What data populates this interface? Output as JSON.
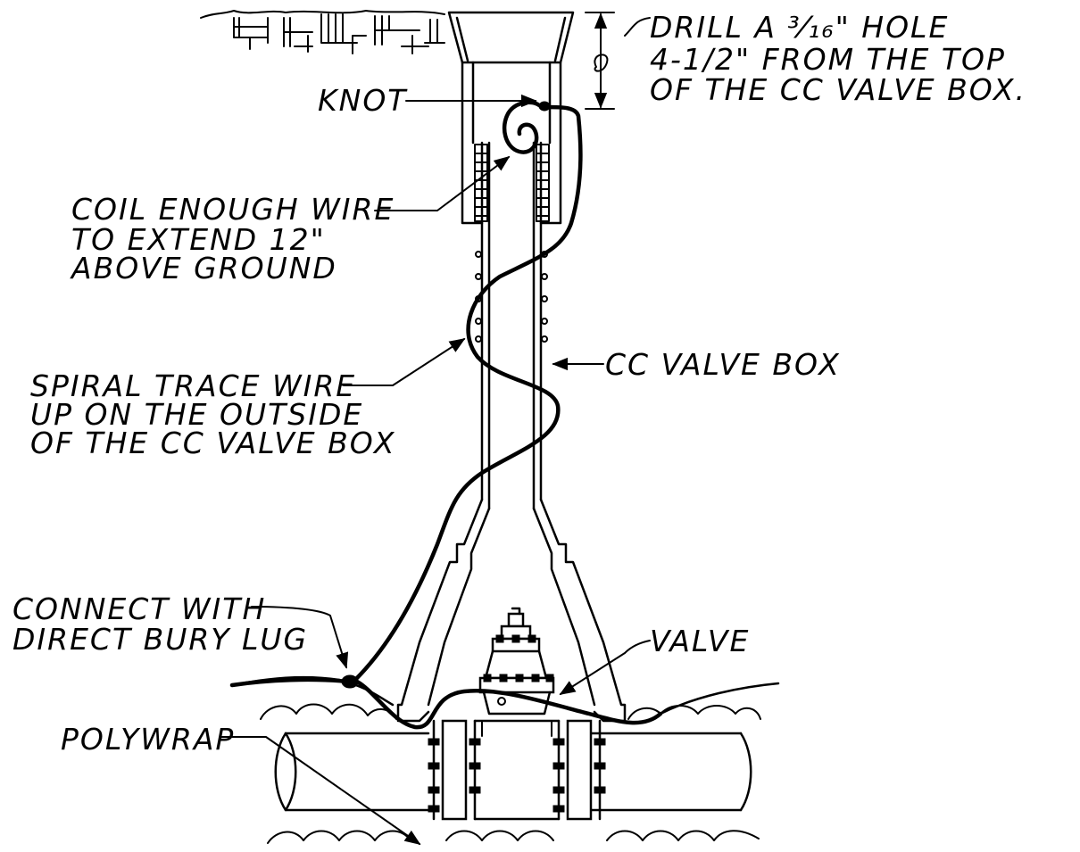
{
  "labels": {
    "drill_line1": "DRILL A ³⁄₁₆\" HOLE",
    "drill_line2": "4-1/2\" FROM THE TOP",
    "drill_line3": "OF THE CC  VALVE BOX.",
    "knot": "KNOT",
    "coil_line1": "COIL ENOUGH WIRE",
    "coil_line2": "TO EXTEND 12\"",
    "coil_line3": "ABOVE GROUND",
    "cc_valve_box": "CC VALVE BOX",
    "spiral_line1": "SPIRAL TRACE WIRE",
    "spiral_line2": "UP ON THE OUTSIDE",
    "spiral_line3": "OF THE CC VALVE BOX",
    "connect_line1": "CONNECT WITH",
    "connect_line2": "DIRECT BURY LUG",
    "valve": "VALVE",
    "polywrap": "POLYWRAP"
  }
}
